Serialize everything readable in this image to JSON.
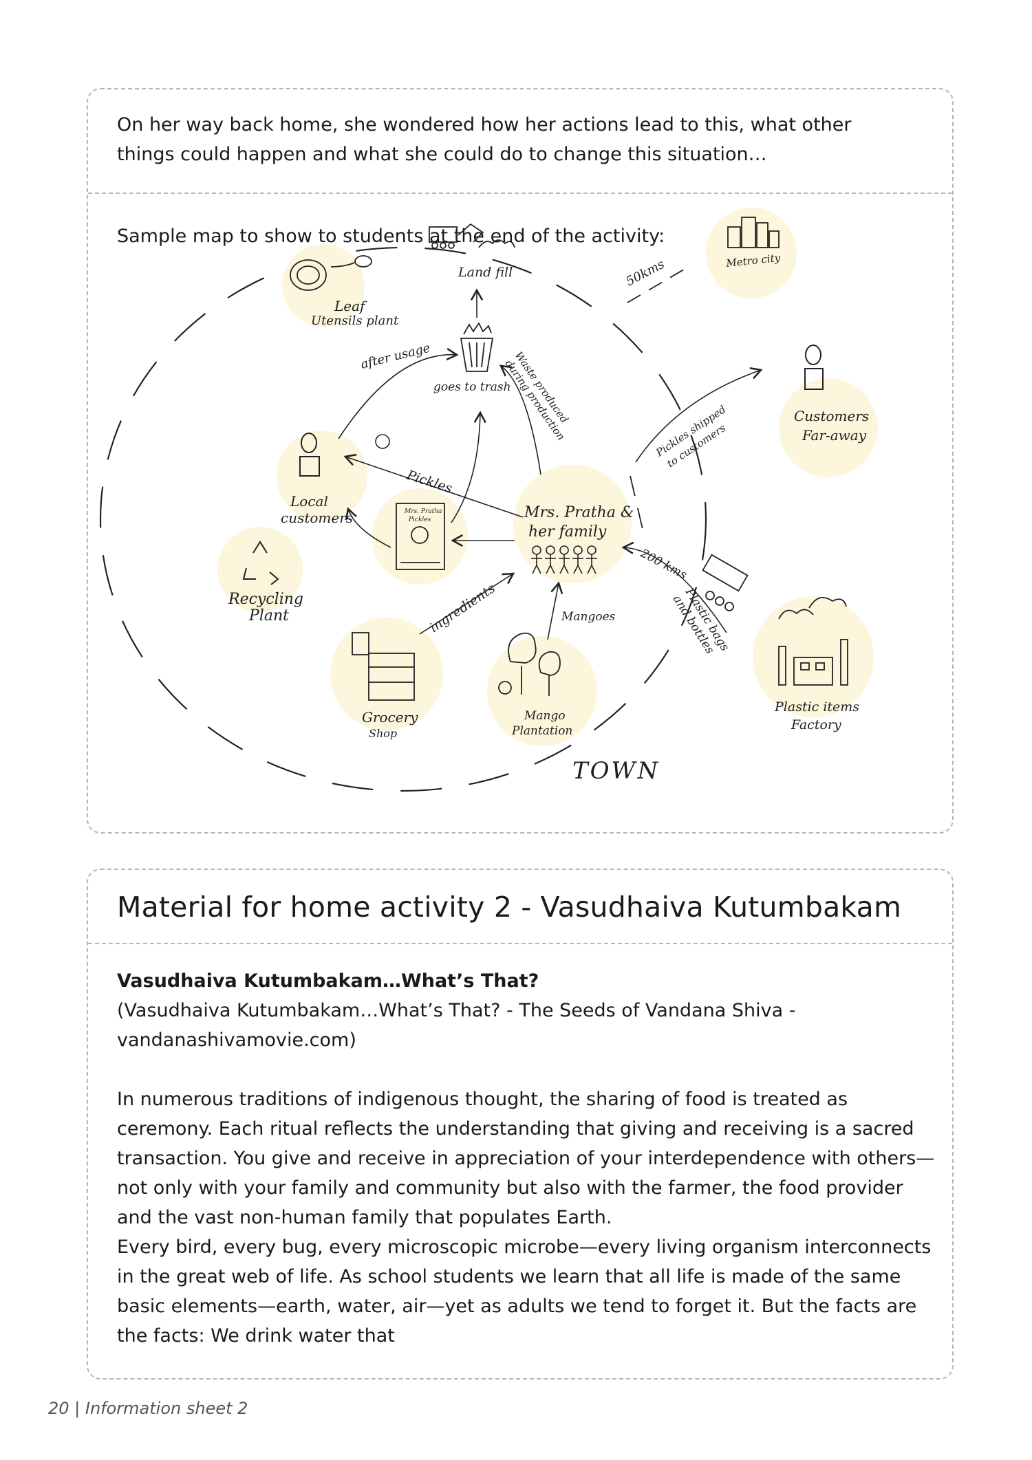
{
  "section1": {
    "intro": "On her way back home, she wondered how her actions lead to this, what other things could happen and what she could do to change this situation…",
    "sample_label": "Sample map to show to students at the end of the activity:"
  },
  "map": {
    "town": "TOWN",
    "landfill": "Land fill",
    "leaf_plant": [
      "Leaf",
      "Utensils plant"
    ],
    "after_usage": "after usage",
    "goes_to_trash": "goes to trash",
    "waste": [
      "Waste",
      "produced",
      "during",
      "production"
    ],
    "local_customers": [
      "Local",
      "customers"
    ],
    "pickles": "Pickles",
    "jar_label": [
      "Mrs. Pratha",
      "Pickles"
    ],
    "mrs_pratha": [
      "Mrs. Pratha &",
      "her family"
    ],
    "recycling": [
      "Recycling",
      "Plant"
    ],
    "ingredients": "ingredients",
    "mangoes": "Mangoes",
    "grocery": [
      "Grocery",
      "Shop"
    ],
    "mango_plantation": [
      "Mango",
      "Plantation"
    ],
    "distance_metro": "50kms",
    "metro": "Metro city",
    "customers_far": [
      "Customers",
      "Far-away"
    ],
    "pickles_shipped": [
      "Pickles shipped",
      "to customers"
    ],
    "distance_factory": "200 kms",
    "plastic_bags": [
      "Plastic bags",
      "and bottles"
    ],
    "factory": [
      "Plastic items",
      "Factory"
    ]
  },
  "section2": {
    "title": "Material for home activity 2 - Vasudhaiva Kutumbakam",
    "ref_title": "Vasudhaiva Kutumbakam…What’s That?",
    "ref_source": "(Vasudhaiva Kutumbakam…What’s That? - The Seeds of Vandana Shiva - vandanashivamovie.com)",
    "para1": "In numerous traditions of indigenous thought, the sharing of food is treated as ceremony. Each ritual reflects the understanding that giving and receiving is a sacred transaction. You give and receive in appreciation of your interdependence with others—not only with your family and community but also with the farmer, the food provider and the vast non-human family that populates Earth.",
    "para2": "Every bird, every bug, every microscopic microbe—every living organism interconnects in the great web of life. As school students we learn that all life is made of the same basic elements—earth, water, air—yet as adults we tend to forget it. But the facts are the facts: We drink water that"
  },
  "footer": "20 | Information sheet 2"
}
